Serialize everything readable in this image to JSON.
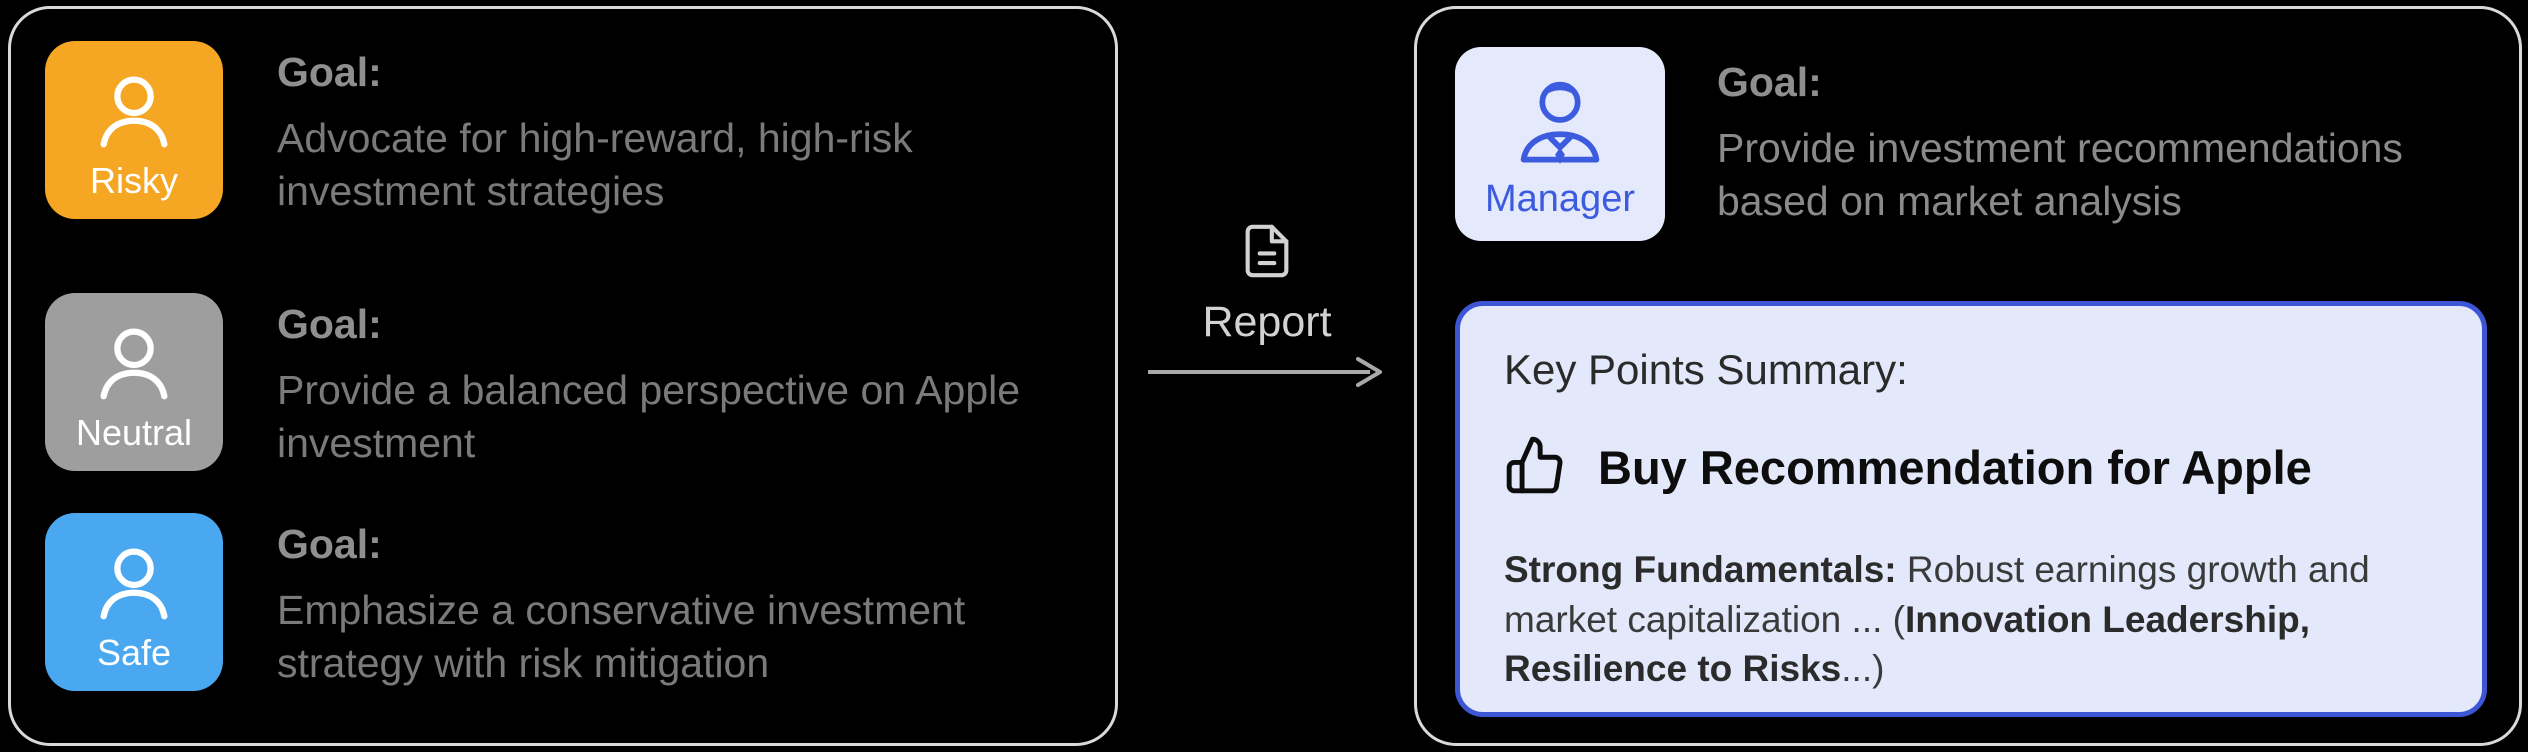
{
  "left_panel": {
    "agents": [
      {
        "name": "Risky",
        "color": "#F5A623",
        "goal_label": "Goal:",
        "goal": "Advocate for high-reward, high-risk investment strategies"
      },
      {
        "name": "Neutral",
        "color": "#9E9E9E",
        "goal_label": "Goal:",
        "goal": "Provide a balanced perspective on Apple investment"
      },
      {
        "name": "Safe",
        "color": "#4AA8F0",
        "goal_label": "Goal:",
        "goal": "Emphasize a conservative investment strategy with risk mitigation"
      }
    ]
  },
  "connector": {
    "label": "Report"
  },
  "right_panel": {
    "manager": {
      "name": "Manager",
      "badge_bg": "#E4E9FB",
      "accent_color": "#3D5BDE",
      "goal_label": "Goal:",
      "goal": "Provide investment recommendations based on market analysis"
    },
    "summary": {
      "title": "Key Points Summary:",
      "headline": "Buy Recommendation for Apple",
      "border_color": "#3D56D6",
      "body": [
        {
          "text": "Strong Fundamentals:",
          "bold": true
        },
        {
          "text": " Robust earnings growth and market capitalization ... (",
          "bold": false
        },
        {
          "text": "Innovation Leadership, Resilience to Risks",
          "bold": true
        },
        {
          "text": "...)",
          "bold": false
        }
      ]
    }
  }
}
